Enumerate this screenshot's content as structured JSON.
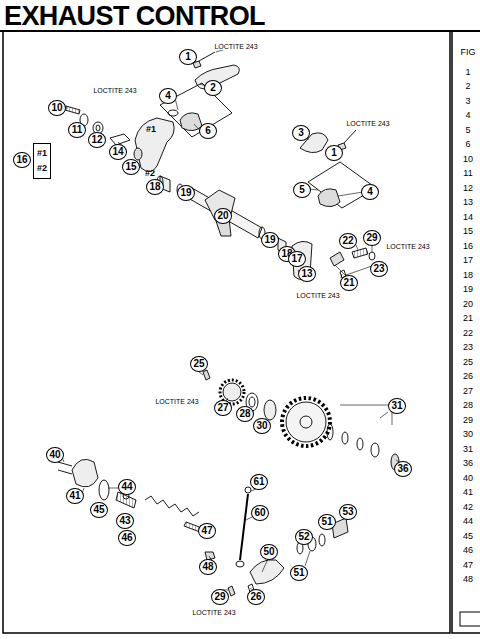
{
  "diagram": {
    "title": "EXHAUST CONTROL",
    "nodes": [
      {
        "text": [
          "#1",
          "#2"
        ]
      }
    ],
    "labels": [
      "1",
      "LOCTITE 243",
      "2",
      "4",
      "LOCTITE 243",
      "10",
      "11",
      "12",
      "#1",
      "6",
      "14",
      "15",
      "#2",
      "16",
      "18",
      "19",
      "20",
      "3",
      "1",
      "LOCTITE 243",
      "5",
      "4",
      "19",
      "18",
      "17",
      "22",
      "29",
      "LOCTITE 243",
      "23",
      "13",
      "21",
      "LOCTITE 243",
      "25",
      "LOCTITE 243",
      "27",
      "28",
      "30",
      "31",
      "36",
      "40",
      "41",
      "44",
      "45",
      "43",
      "46",
      "47",
      "48",
      "61",
      "60",
      "50",
      "52",
      "51",
      "53",
      "51",
      "29",
      "26",
      "LOCTITE 243",
      "FIG",
      "1",
      "2",
      "3",
      "4",
      "5",
      "6",
      "10",
      "11",
      "12",
      "13",
      "14",
      "15",
      "16",
      "17",
      "18",
      "19",
      "20",
      "21",
      "22",
      "23",
      "25",
      "26",
      "27",
      "28",
      "29",
      "30",
      "31",
      "36",
      "40",
      "41",
      "42",
      "44",
      "45",
      "46",
      "47",
      "48"
    ]
  }
}
